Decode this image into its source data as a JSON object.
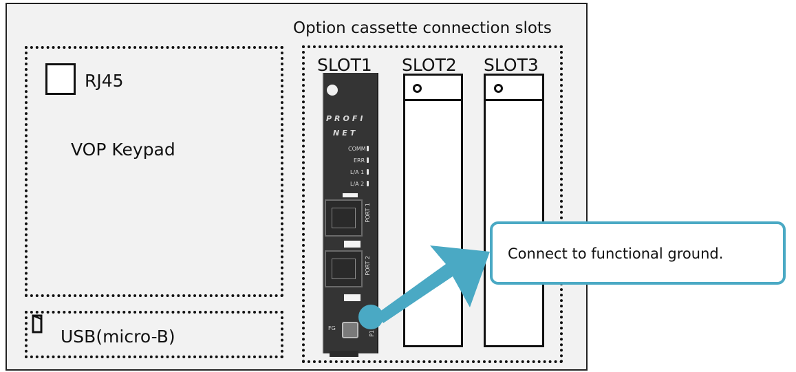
{
  "header": {
    "title": "Option cassette connection slots"
  },
  "keypad": {
    "port_label": "RJ45",
    "name": "VOP Keypad"
  },
  "usb": {
    "label": "USB(micro-B)"
  },
  "slots": [
    {
      "label": "SLOT1"
    },
    {
      "label": "SLOT2"
    },
    {
      "label": "SLOT3"
    }
  ],
  "module": {
    "brand_line1": "PROFI",
    "brand_line2": "NET",
    "leds": [
      "COMM",
      "ERR",
      "L/A 1",
      "L/A 2"
    ],
    "port1": "PORT 1",
    "port2": "PORT 2",
    "fg": "FG",
    "p_label": "P1"
  },
  "callout": {
    "text": "Connect to functional ground."
  },
  "colors": {
    "accent": "#4aa9c4",
    "panel": "#f2f2f2",
    "module_body": "#343434"
  }
}
